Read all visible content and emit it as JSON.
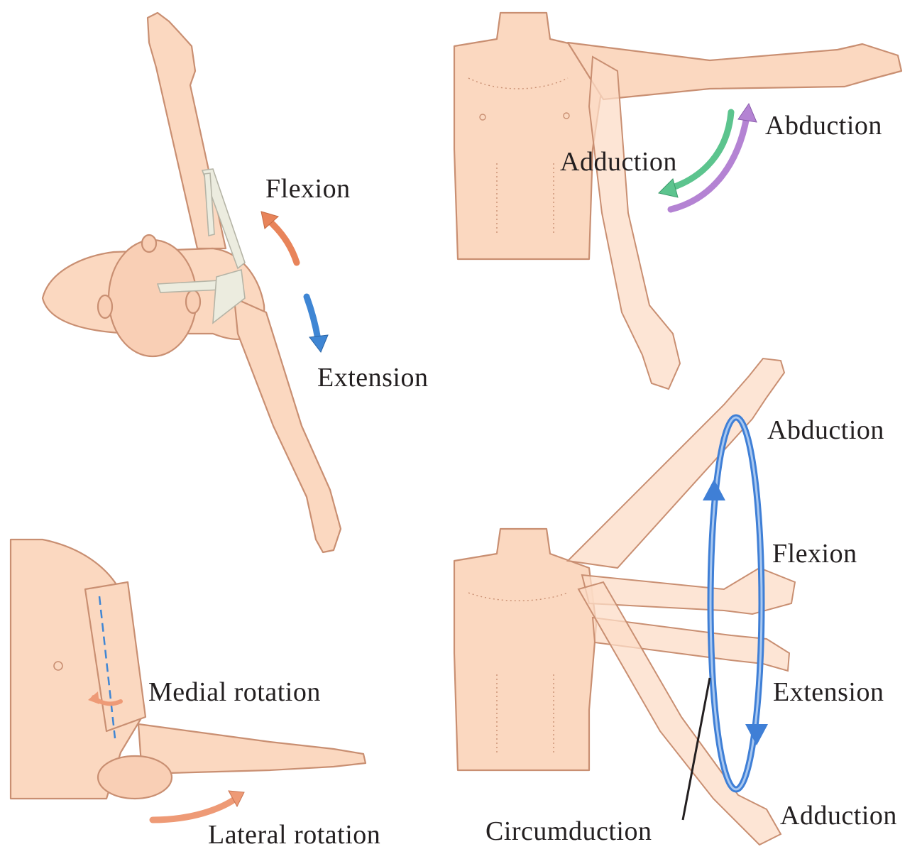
{
  "colors": {
    "skin": "#fbd8c0",
    "outline": "#c98f72",
    "flexion_arrow": "#e8845a",
    "extension_arrow": "#3f86d4",
    "adduction_arrow": "#5cc48e",
    "abduction_arrow": "#b483d3",
    "circumduction_ring": "#3f7fd6",
    "rotation_arrow": "#ee9a76",
    "label_text": "#231f20"
  },
  "panels": {
    "flexion_extension": {
      "flexion_label": "Flexion",
      "extension_label": "Extension"
    },
    "abduction_adduction": {
      "abduction_label": "Abduction",
      "adduction_label": "Adduction"
    },
    "rotation": {
      "medial_label": "Medial rotation",
      "lateral_label": "Lateral rotation"
    },
    "circumduction": {
      "abduction_label": "Abduction",
      "flexion_label": "Flexion",
      "extension_label": "Extension",
      "adduction_label": "Adduction",
      "circumduction_label": "Circumduction"
    }
  }
}
